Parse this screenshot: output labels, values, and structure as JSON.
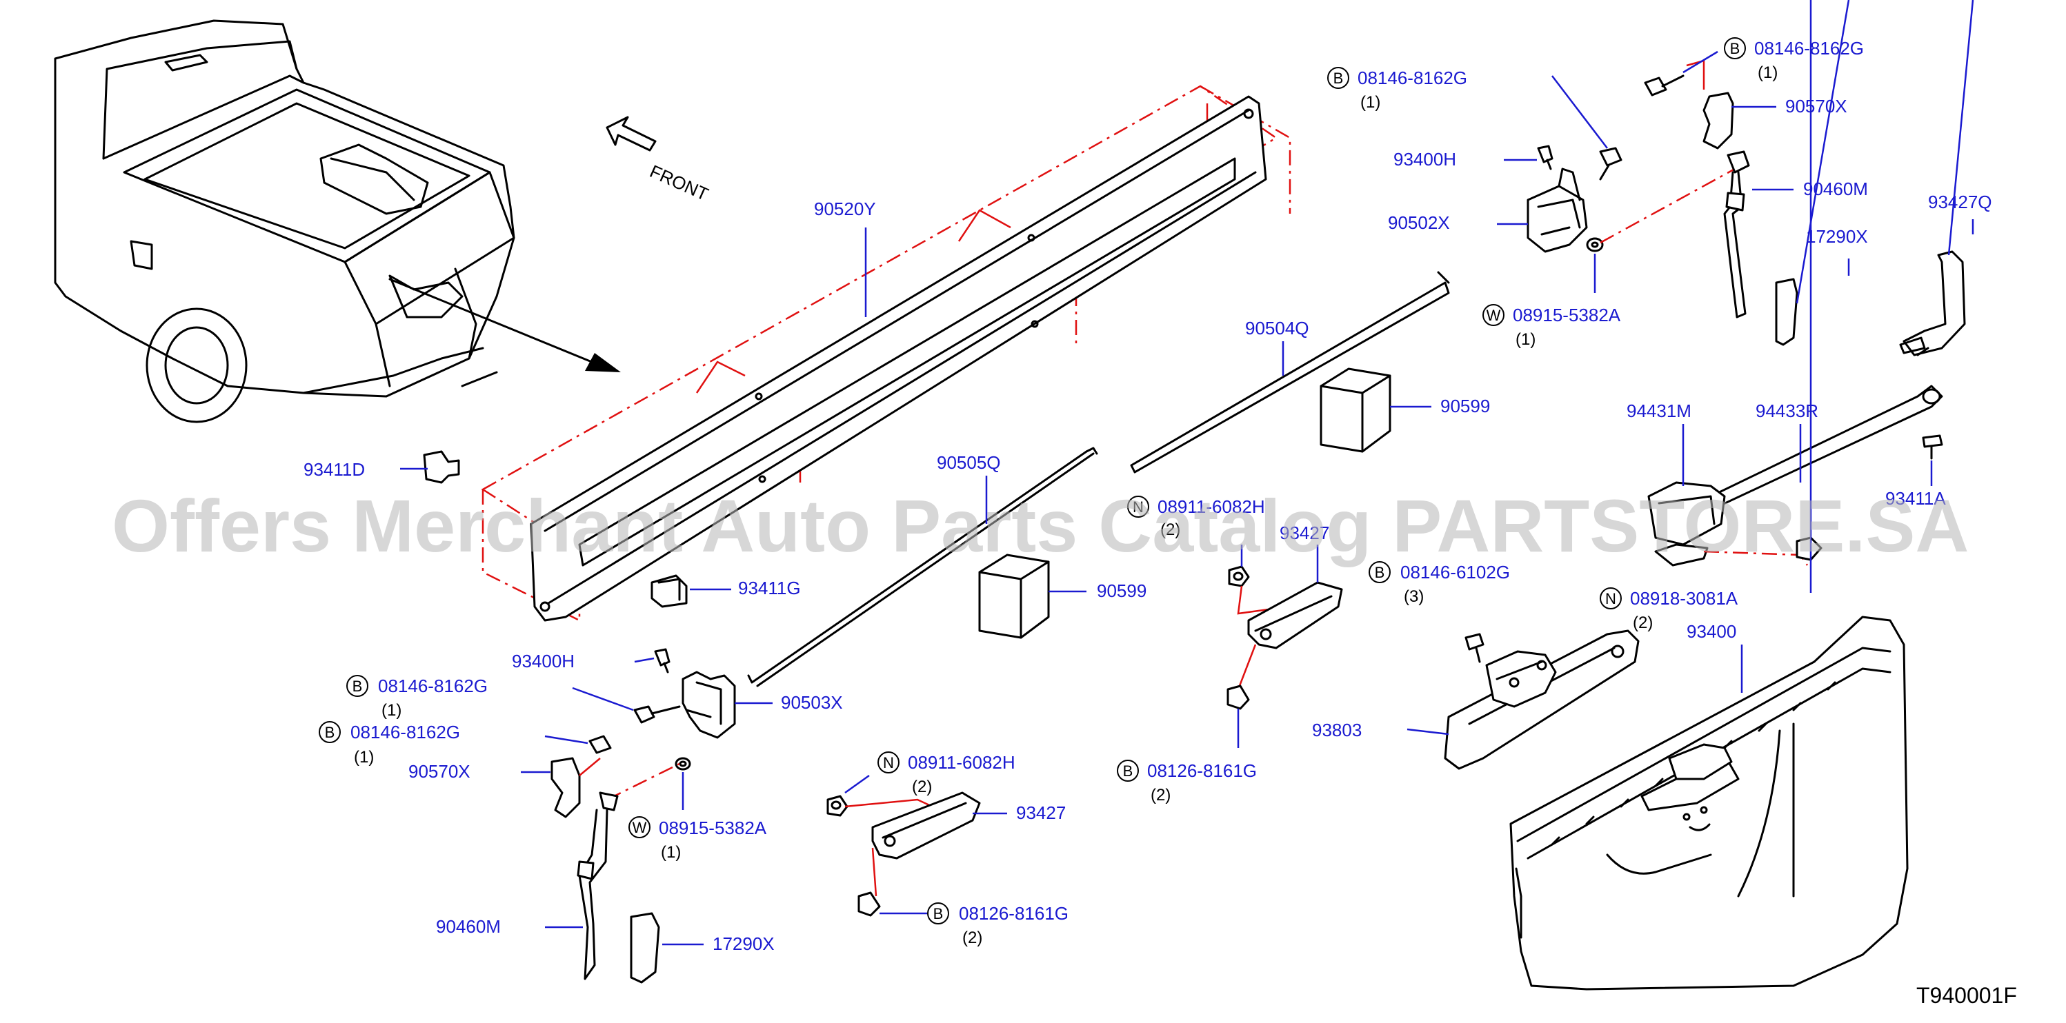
{
  "diagram_code": "T940001F",
  "watermark": "Offers Merchant Auto Parts Catalog PARTSTORE.SA",
  "direction_label": "FRONT",
  "labels": {
    "p90520Y": "90520Y",
    "p93411D": "93411D",
    "p93411G": "93411G",
    "p93400H_a": "93400H",
    "p08146_8162G_a": "08146-8162G",
    "p08146_8162G_b": "08146-8162G",
    "p08146_8162G_c": "08146-8162G",
    "p08146_8162G_d": "08146-8162G",
    "p90503X": "90503X",
    "p90570X_a": "90570X",
    "p90570X_b": "90570X",
    "p08915_5382A_a": "08915-5382A",
    "p08915_5382A_b": "08915-5382A",
    "p90460M_a": "90460M",
    "p90460M_b": "90460M",
    "p17290X_a": "17290X",
    "p17290X_b": "17290X",
    "p90505Q": "90505Q",
    "p90599_a": "90599",
    "p90599_b": "90599",
    "p08911_6082H_a": "08911-6082H",
    "p08911_6082H_b": "08911-6082H",
    "p93427_a": "93427",
    "p93427_b": "93427",
    "p08126_8161G_a": "08126-8161G",
    "p08126_8161G_b": "08126-8161G",
    "p90504Q": "90504Q",
    "p08146_6102G": "08146-6102G",
    "p93803": "93803",
    "p93400H_b": "93400H",
    "p90502X": "90502X",
    "p93427Q": "93427Q",
    "p94431M": "94431M",
    "p94433R": "94433R",
    "p93411A": "93411A",
    "p08918_3081A": "08918-3081A",
    "p93400": "93400"
  },
  "quantities": {
    "q1": "(1)",
    "q2": "(2)",
    "q3": "(3)"
  },
  "prefix_letters": {
    "B": "B",
    "W": "W",
    "N": "N"
  },
  "colors": {
    "label_blue": "#1a1ad0",
    "phantom_red": "#e01010",
    "line_black": "#000000"
  }
}
